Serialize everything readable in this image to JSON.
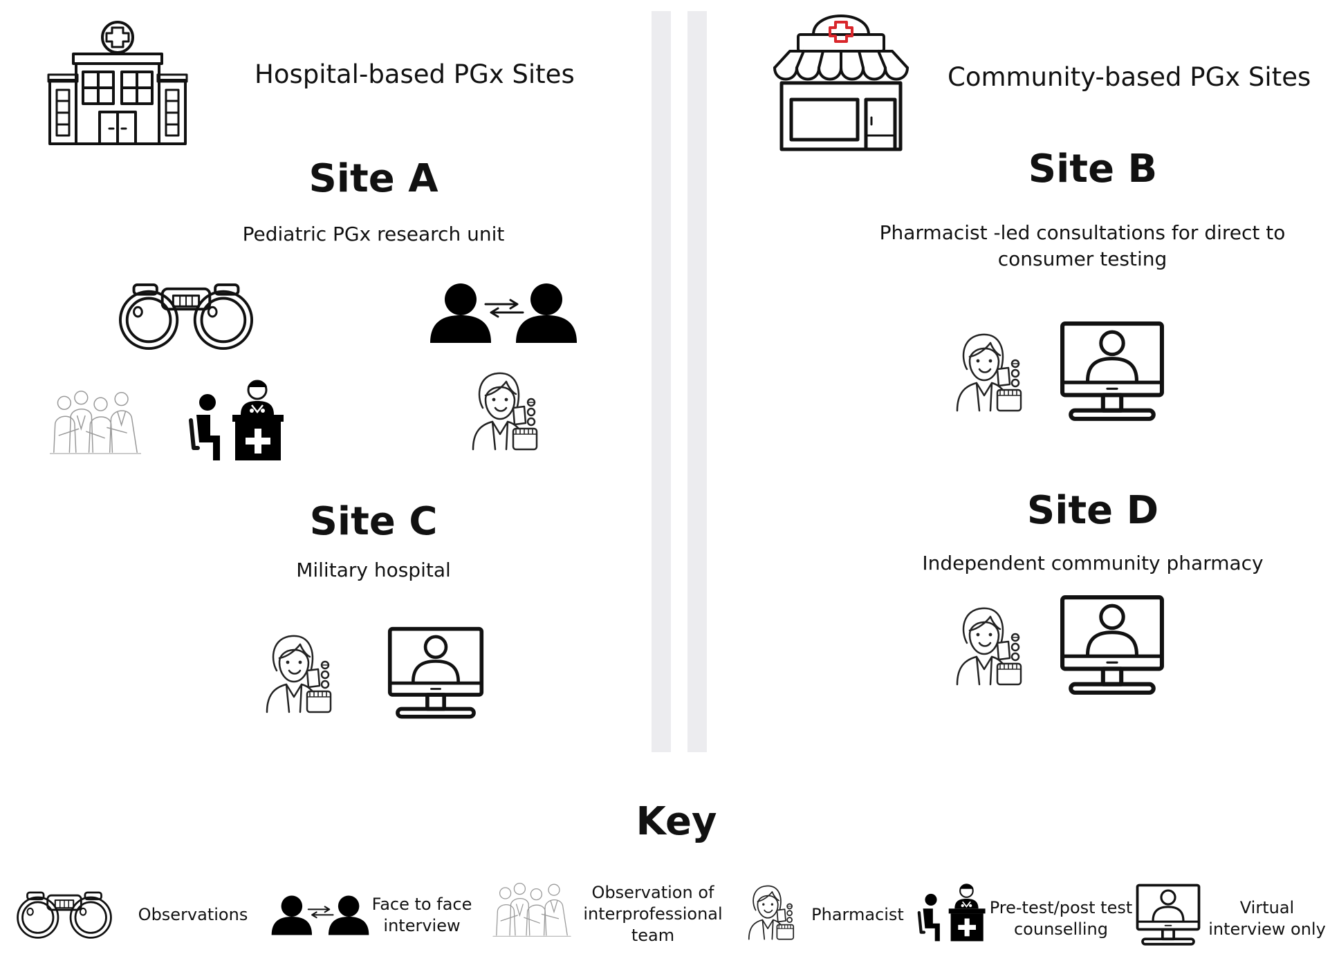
{
  "hospital_header": "Hospital-based PGx Sites",
  "community_header": "Community-based PGx Sites",
  "sites": {
    "a": {
      "title": "Site A",
      "desc": "Pediatric PGx research unit"
    },
    "b": {
      "title": "Site B",
      "desc": "Pharmacist -led consultations for direct to consumer testing"
    },
    "c": {
      "title": "Site C",
      "desc": "Military hospital"
    },
    "d": {
      "title": "Site D",
      "desc": "Independent community pharmacy"
    }
  },
  "key": {
    "title": "Key",
    "items": [
      {
        "icon": "binoculars-icon",
        "label": "Observations"
      },
      {
        "icon": "face-to-face-icon",
        "label": "Face to face interview"
      },
      {
        "icon": "team-icon",
        "label": "Observation of interprofessional team"
      },
      {
        "icon": "pharmacist-icon",
        "label": "Pharmacist"
      },
      {
        "icon": "counselling-icon",
        "label": "Pre-test/post test counselling"
      },
      {
        "icon": "monitor-icon",
        "label": "Virtual interview only"
      }
    ]
  },
  "colors": {
    "divider": "#ececef",
    "pharmacy_cross": "#d9262b",
    "ink": "#111111"
  }
}
